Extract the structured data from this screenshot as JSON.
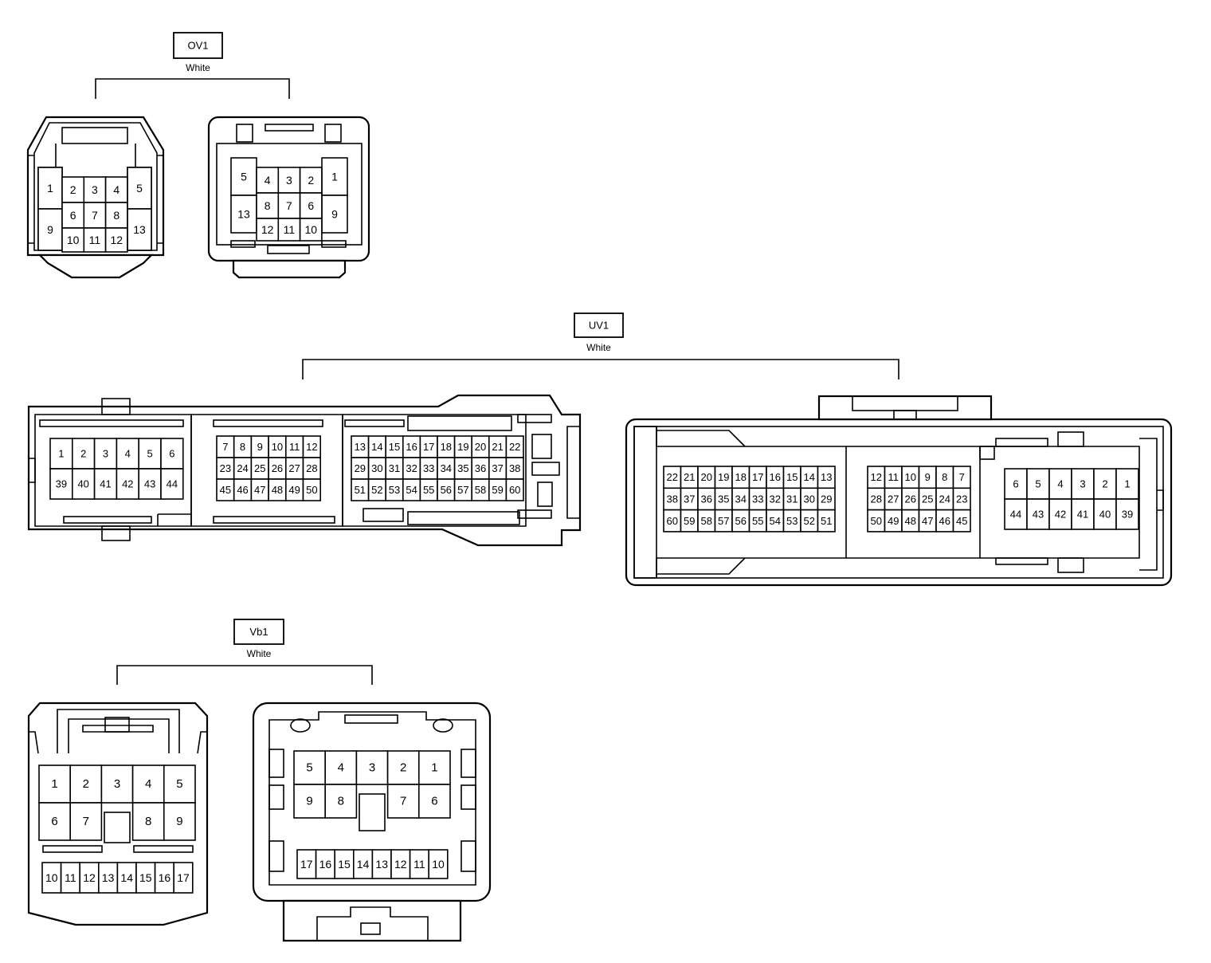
{
  "connectors": [
    {
      "id": "OV1",
      "color": "White",
      "left": {
        "rows": [
          [
            "1",
            "2",
            "3",
            "4",
            "5"
          ],
          [
            "9",
            "6",
            "7",
            "8",
            "13"
          ],
          [
            "10",
            "11",
            "12"
          ]
        ]
      },
      "right": {
        "rows": [
          [
            "5",
            "4",
            "3",
            "2",
            "1"
          ],
          [
            "13",
            "8",
            "7",
            "6",
            "9"
          ],
          [
            "12",
            "11",
            "10"
          ]
        ]
      }
    },
    {
      "id": "UV1",
      "color": "White",
      "left": {
        "groups": [
          [
            [
              "1",
              "2",
              "3",
              "4",
              "5",
              "6"
            ],
            [
              "39",
              "40",
              "41",
              "42",
              "43",
              "44"
            ]
          ],
          [
            [
              "7",
              "8",
              "9",
              "10",
              "11",
              "12"
            ],
            [
              "23",
              "24",
              "25",
              "26",
              "27",
              "28"
            ],
            [
              "45",
              "46",
              "47",
              "48",
              "49",
              "50"
            ]
          ],
          [
            [
              "13",
              "14",
              "15",
              "16",
              "17",
              "18",
              "19",
              "20",
              "21",
              "22"
            ],
            [
              "29",
              "30",
              "31",
              "32",
              "33",
              "34",
              "35",
              "36",
              "37",
              "38"
            ],
            [
              "51",
              "52",
              "53",
              "54",
              "55",
              "56",
              "57",
              "58",
              "59",
              "60"
            ]
          ]
        ]
      },
      "right": {
        "groups": [
          [
            [
              "22",
              "21",
              "20",
              "19",
              "18",
              "17",
              "16",
              "15",
              "14",
              "13"
            ],
            [
              "38",
              "37",
              "36",
              "35",
              "34",
              "33",
              "32",
              "31",
              "30",
              "29"
            ],
            [
              "60",
              "59",
              "58",
              "57",
              "56",
              "55",
              "54",
              "53",
              "52",
              "51"
            ]
          ],
          [
            [
              "12",
              "11",
              "10",
              "9",
              "8",
              "7"
            ],
            [
              "28",
              "27",
              "26",
              "25",
              "24",
              "23"
            ],
            [
              "50",
              "49",
              "48",
              "47",
              "46",
              "45"
            ]
          ],
          [
            [
              "6",
              "5",
              "4",
              "3",
              "2",
              "1"
            ],
            [
              "44",
              "43",
              "42",
              "41",
              "40",
              "39"
            ]
          ]
        ]
      }
    },
    {
      "id": "Vb1",
      "color": "White",
      "left": {
        "rows": [
          [
            "1",
            "2",
            "3",
            "4",
            "5"
          ],
          [
            "6",
            "7",
            "",
            "8",
            "9"
          ],
          [
            "10",
            "11",
            "12",
            "13",
            "14",
            "15",
            "16",
            "17"
          ]
        ]
      },
      "right": {
        "rows": [
          [
            "5",
            "4",
            "3",
            "2",
            "1"
          ],
          [
            "9",
            "8",
            "",
            "7",
            "6"
          ],
          [
            "17",
            "16",
            "15",
            "14",
            "13",
            "12",
            "11",
            "10"
          ]
        ]
      }
    }
  ]
}
